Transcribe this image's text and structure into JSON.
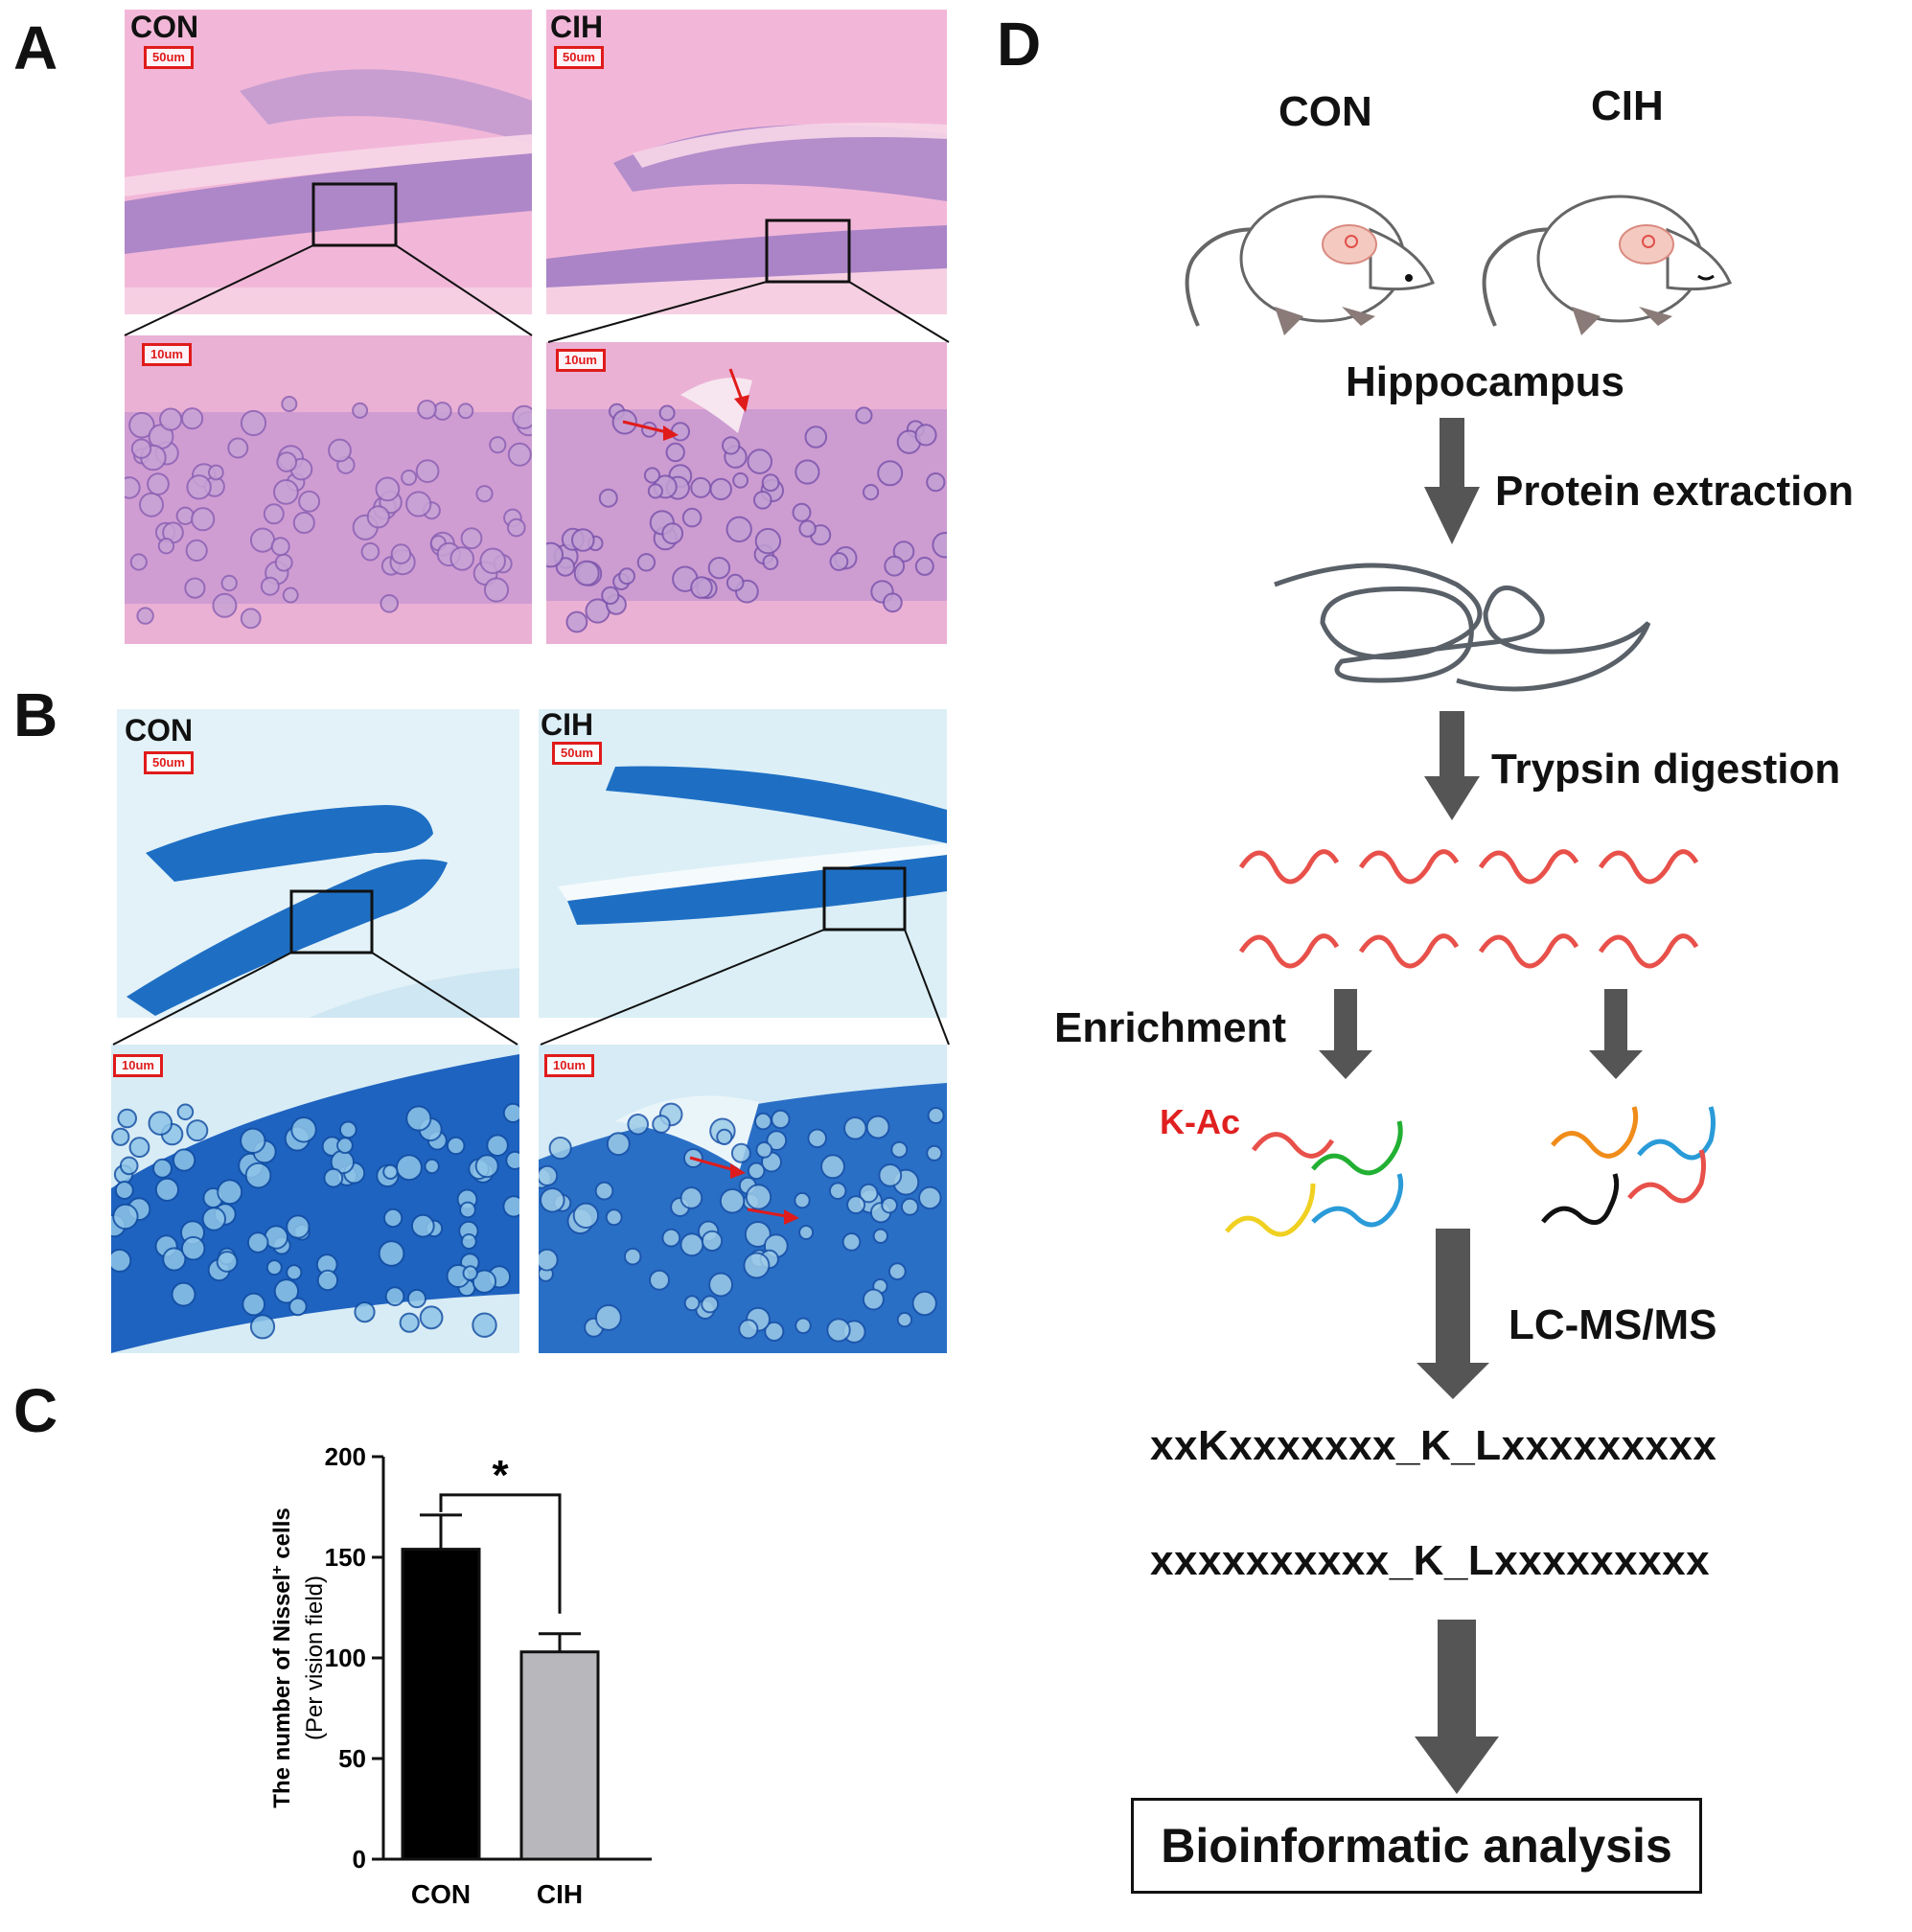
{
  "panelA": {
    "letter": "A",
    "con_label": "CON",
    "cih_label": "CIH",
    "scale_low": "50um",
    "scale_high": "10um",
    "stain_colors": {
      "background": "#f2b7d8",
      "cells": "#9c72c3",
      "nuclei": "#7b62b4"
    }
  },
  "panelB": {
    "letter": "B",
    "con_label": "CON",
    "cih_label": "CIH",
    "scale_low": "50um",
    "scale_high": "10um",
    "stain_colors": {
      "background": "#e3f2f8",
      "cells": "#1e6fc4",
      "nuclei": "#8fc5e8"
    }
  },
  "panelC": {
    "letter": "C",
    "chart_data": {
      "type": "bar",
      "categories": [
        "CON",
        "CIH"
      ],
      "values": [
        154,
        103
      ],
      "errors": [
        17,
        9
      ],
      "bar_colors": [
        "#000000",
        "#b8b8bc"
      ],
      "ylabel_line1": "The number of Nissel",
      "ylabel_sup": "+",
      "ylabel_line1_end": " cells",
      "ylabel_line2": "(Per vision field)",
      "yticks": [
        0,
        50,
        100,
        150,
        200
      ],
      "ylim": [
        0,
        200
      ],
      "significance": "*",
      "grid": false
    }
  },
  "panelD": {
    "letter": "D",
    "con_label": "CON",
    "cih_label": "CIH",
    "tissue": "Hippocampus",
    "step1": "Protein extraction",
    "step2": "Trypsin digestion",
    "enrichment": "Enrichment",
    "kac": "K-Ac",
    "step3": "LC-MS/MS",
    "seq1": "xxKxxxxxxx_K_Lxxxxxxxxx",
    "seq2": "xxxxxxxxxx_K_Lxxxxxxxxx",
    "final": "Bioinformatic analysis",
    "colors": {
      "arrow": "#555555",
      "peptide": "#e8504a",
      "kac_text": "#e02020"
    }
  }
}
